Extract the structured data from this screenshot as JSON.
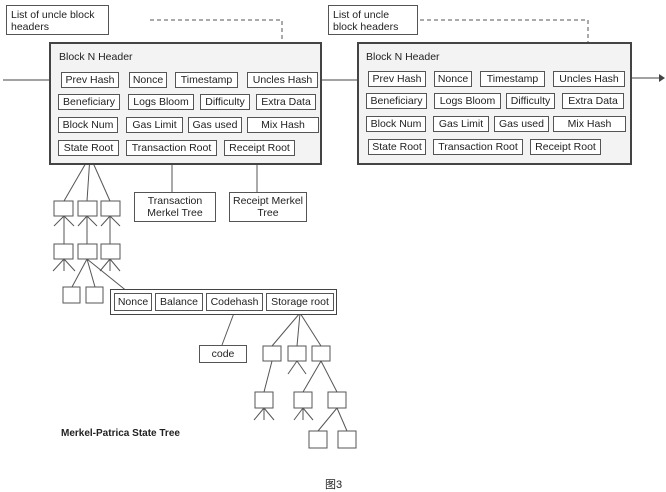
{
  "block_header": {
    "note": "List of uncle block headers",
    "title": "Block N Header",
    "fields": {
      "prev_hash": "Prev Hash",
      "nonce": "Nonce",
      "timestamp": "Timestamp",
      "uncles_hash": "Uncles Hash",
      "beneficiary": "Beneficiary",
      "logs_bloom": "Logs Bloom",
      "difficulty": "Difficulty",
      "extra_data": "Extra Data",
      "block_num": "Block Num",
      "gas_limit": "Gas Limit",
      "gas_used": "Gas used",
      "mix_hash": "Mix Hash",
      "state_root": "State Root",
      "transaction_root": "Transaction Root",
      "receipt_root": "Receipt Root"
    }
  },
  "transaction_tree": "Transaction Merkel Tree",
  "receipt_tree": "Receipt Merkel Tree",
  "account": {
    "nonce": "Nonce",
    "balance": "Balance",
    "codehash": "Codehash",
    "storage_root": "Storage root"
  },
  "code_label": "code",
  "state_tree_caption": "Merkel-Patrica State Tree",
  "figure_label": "图3"
}
